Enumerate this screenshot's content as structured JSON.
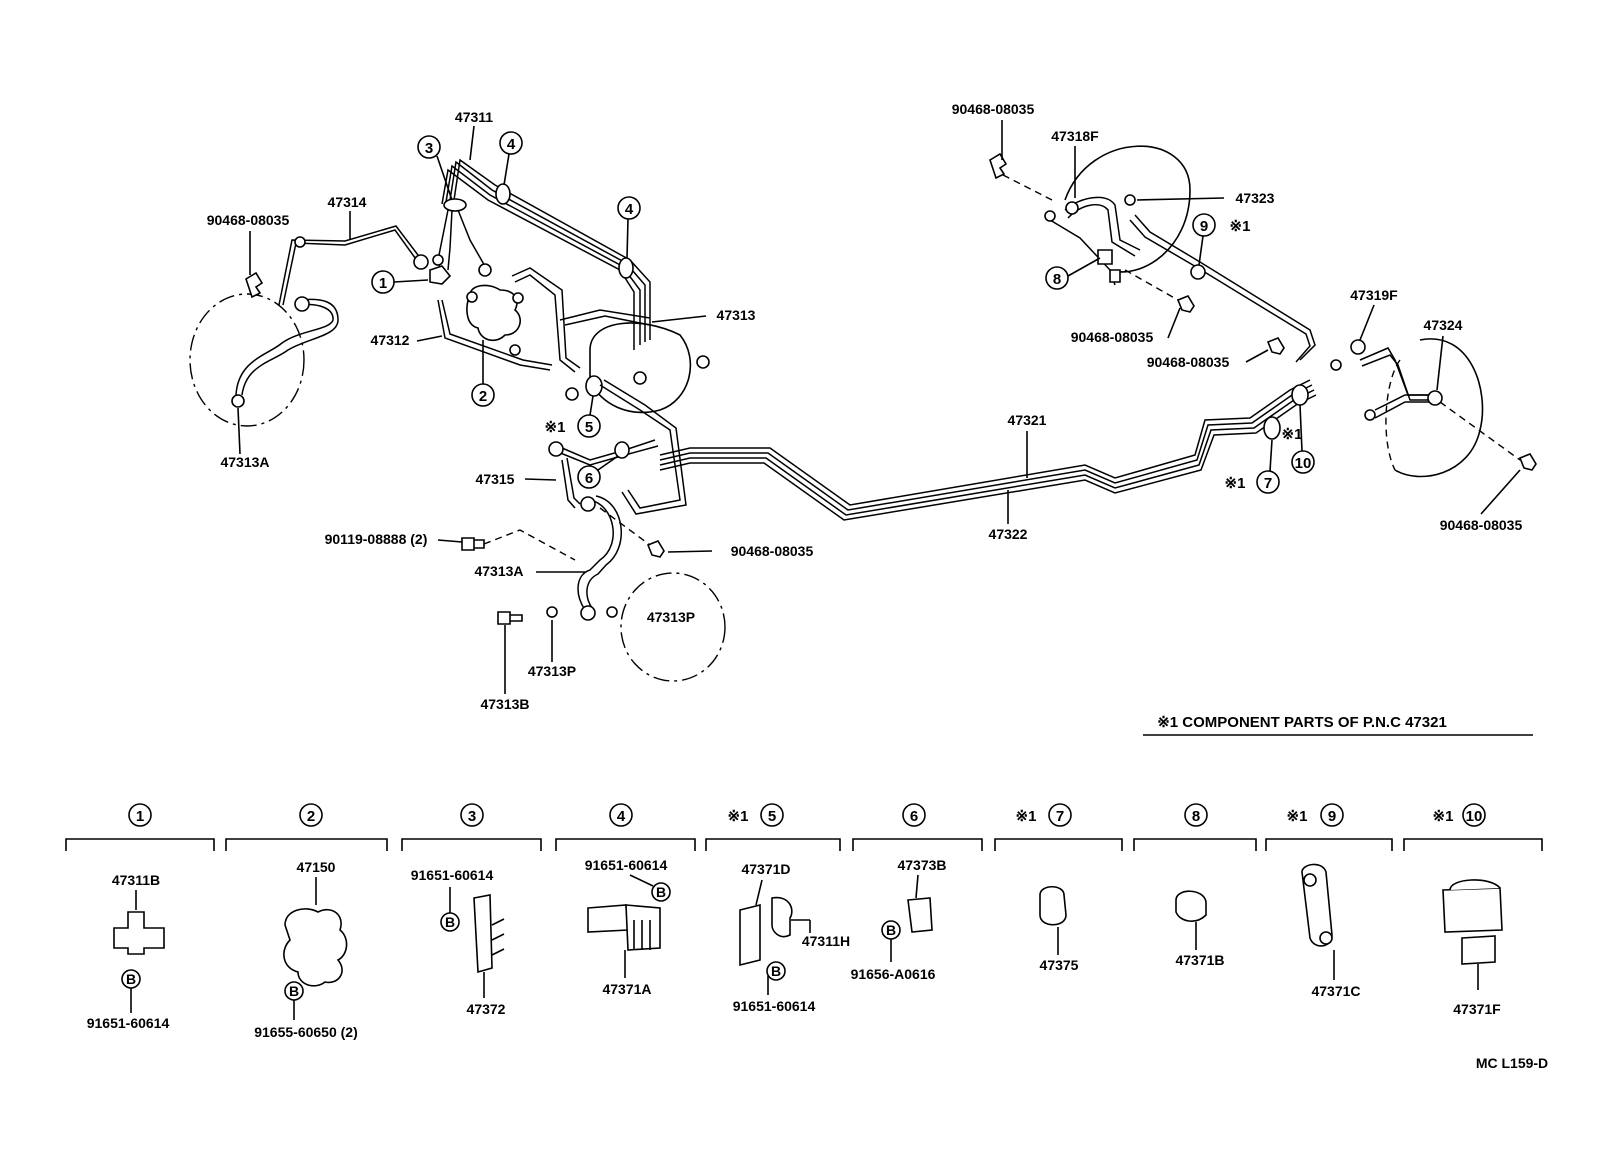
{
  "callouts": {
    "c1": "1",
    "c2": "2",
    "c3": "3",
    "c4": "4",
    "c5": "5",
    "c6": "6",
    "c7": "7",
    "c8": "8",
    "c9": "9",
    "c10": "10",
    "b": "B",
    "mark": "※1"
  },
  "labels": {
    "p47311": "47311",
    "p47314": "47314",
    "p90468_tl": "90468-08035",
    "p47312": "47312",
    "p47313": "47313",
    "p47313A_l": "47313A",
    "p47315": "47315",
    "p90119": "90119-08888 (2)",
    "p47313A_c": "47313A",
    "p90468_c": "90468-08035",
    "p47313P_r": "47313P",
    "p47313P_b": "47313P",
    "p47313B": "47313B",
    "p47321": "47321",
    "p47322": "47322",
    "p90468_tr": "90468-08035",
    "p47318F": "47318F",
    "p47323": "47323",
    "p90468_m": "90468-08035",
    "p90468_m2": "90468-08035",
    "p47319F": "47319F",
    "p47324": "47324",
    "p90468_br": "90468-08035"
  },
  "note": "※1 COMPONENT PARTS OF P.N.C 47321",
  "code": "MC L159-D",
  "groups": [
    {
      "callout": "1",
      "parts": [
        "47311B",
        "91651-60614"
      ]
    },
    {
      "callout": "2",
      "parts": [
        "47150",
        "91655-60650 (2)"
      ]
    },
    {
      "callout": "3",
      "parts": [
        "91651-60614",
        "47372"
      ]
    },
    {
      "callout": "4",
      "parts": [
        "91651-60614",
        "47371A"
      ]
    },
    {
      "callout": "5",
      "parts": [
        "47371D",
        "47311H",
        "91651-60614"
      ]
    },
    {
      "callout": "6",
      "parts": [
        "47373B",
        "91656-A0616"
      ]
    },
    {
      "callout": "7",
      "parts": [
        "47375"
      ]
    },
    {
      "callout": "8",
      "parts": [
        "47371B"
      ]
    },
    {
      "callout": "9",
      "parts": [
        "47371C"
      ]
    },
    {
      "callout": "10",
      "parts": [
        "47371F"
      ]
    }
  ]
}
